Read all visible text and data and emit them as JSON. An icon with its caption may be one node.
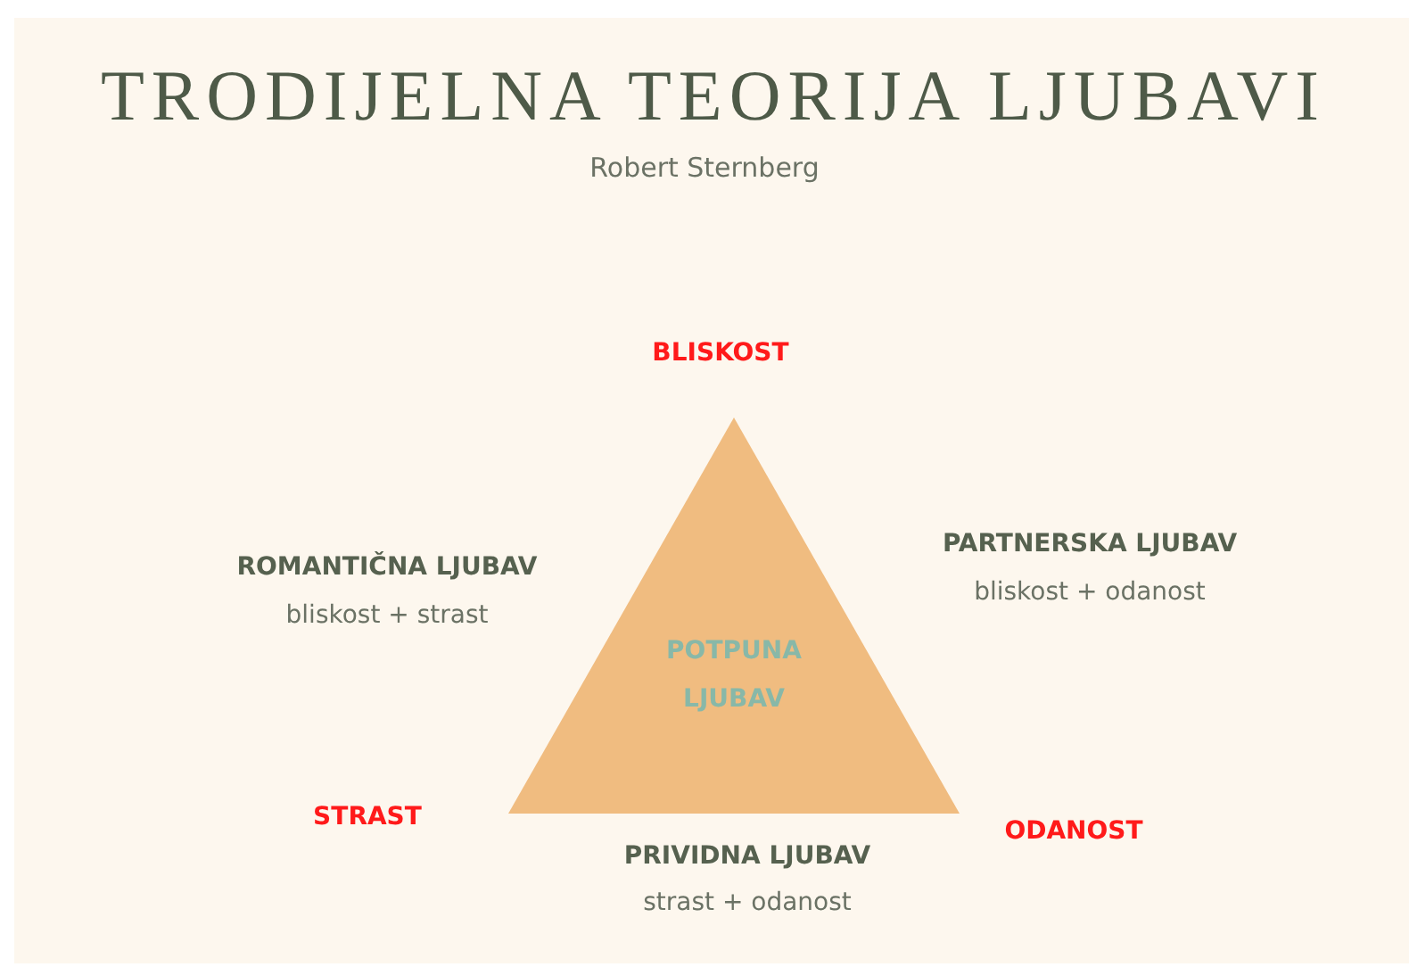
{
  "diagram": {
    "title": "TRODIJELNA TEORIJA LJUBAVI",
    "nodes": [
      {
        "text": [
          "POTPUNA LJUBAV"
        ]
      }
    ],
    "labels": [
      "Robert Sternberg",
      "BLISKOST",
      "PARTNERSKA LJUBAV",
      "bliskost + odanost",
      "ROMANTIČNA LJUBAV",
      "bliskost + strast",
      "STRAST",
      "ODANOST",
      "PRIVIDNA LJUBAV",
      "strast + odanost"
    ]
  }
}
